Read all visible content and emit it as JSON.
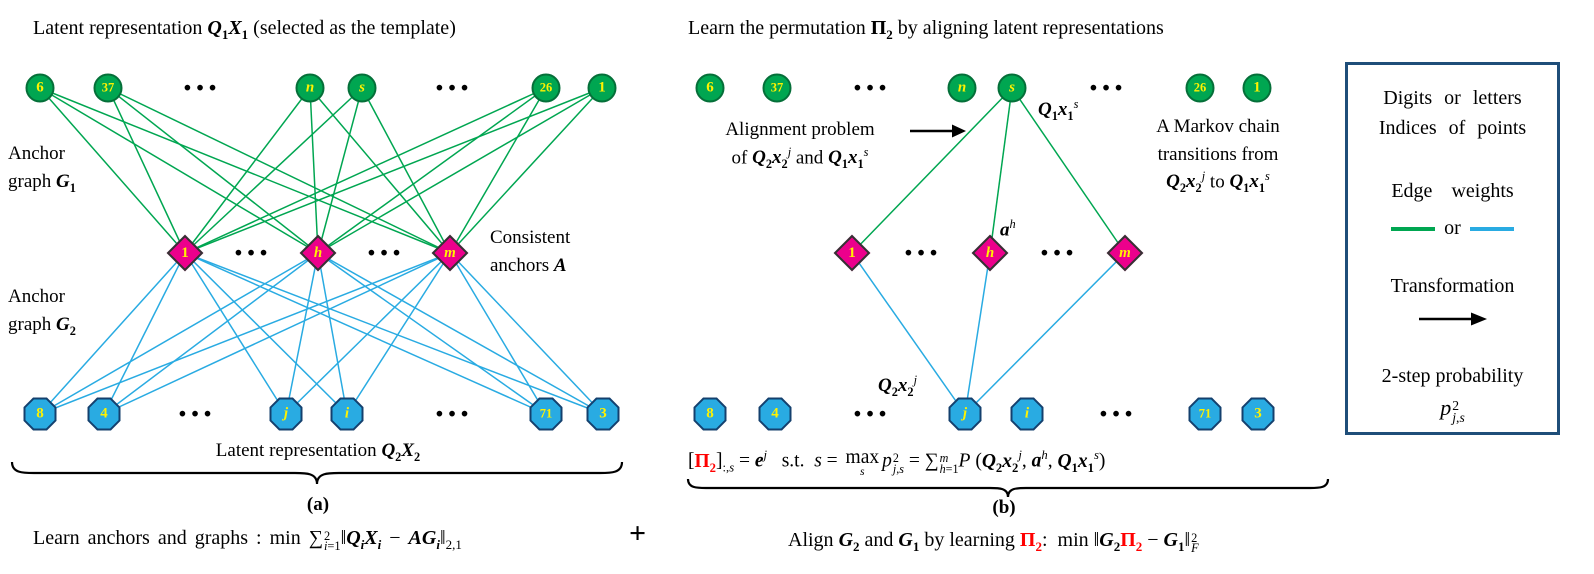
{
  "colors": {
    "node_green": "#00A651",
    "node_green_border": "#056F39",
    "node_magenta": "#EC008C",
    "node_magenta_border": "#333333",
    "node_blue": "#29ABE2",
    "node_blue_border": "#14406E",
    "edge_green": "#00A651",
    "edge_blue": "#29ABE2",
    "node_label_yellow": "#FFF200",
    "accent_red": "#FF0000",
    "legend_border": "#1F4E79"
  },
  "dots": "• • •",
  "nodes": {
    "top": [
      "6",
      "37",
      "n",
      "s",
      "26",
      "1"
    ],
    "anchors": [
      "1",
      "h",
      "m"
    ],
    "bottom": [
      "8",
      "4",
      "j",
      "i",
      "71",
      "3"
    ]
  },
  "panel_a": {
    "title": "Latent representation <b><i>Q</i><sub>1</sub><i>X</i><sub>1</sub></b> (selected as the template)",
    "anchor_graph_g1": "Anchor<br>graph <b><i>G</i><sub>1</sub></b>",
    "anchor_graph_g2": "Anchor<br>graph <b><i>G</i><sub>2</sub></b>",
    "consistent_anchors": "Consistent<br>anchors <b><i>A</i></b>",
    "latent_bottom": "Latent representation <b><i>Q</i><sub>2</sub><i>X</i><sub>2</sub></b>",
    "caption": "(a)",
    "formula": "Learn anchors  and  graphs :  min ∑<span class=\"lim\"><span>2</span><span><i>i</i>=1</span></span>‖<b><i>Q</i><sub><i>i</i></sub><i>X</i><sub><i>i</i></sub></b> − <b><i>AG</i><sub><i>i</i></sub></b>‖<sub>2,1</sub>",
    "plus": "+"
  },
  "panel_b": {
    "title": "Learn the permutation <b>Π<sub>2</sub></b> by aligning latent representations",
    "alignment_text": "Alignment problem<br>of <b><i>Q</i><sub>2</sub><i>x</i><sub>2</sub></b><sup><i>j</i></sup> and <b><i>Q</i><sub>1</sub><i>x</i><sub>1</sub></b><sup><i>s</i></sup>",
    "markov_text": "A Markov chain<br>transitions from<br><b><i>Q</i><sub>2</sub><i>x</i><sub>2</sub></b><sup><i>j</i></sup> to <b><i>Q</i><sub>1</sub><i>x</i><sub>1</sub></b><sup><i>s</i></sup>",
    "q1x1s": "<b><i>Q</i><sub>1</sub><i>x</i><sub>1</sub></b><sup><i>s</i></sup>",
    "ah": "<b><i>a</i></b><sup><i>h</i></sup>",
    "q2x2j": "<b><i>Q</i><sub>2</sub><i>x</i><sub>2</sub></b><sup><i>j</i></sup>",
    "pi_formula": "[<span class=\"red\"><b>Π<sub>2</sub></b></span>]<sub>:,<i>s</i></sub> = <b><i>e</i></b><sup><i>j</i></sup>&nbsp;&nbsp; s.t.&nbsp; <i>s</i> = <span class=\"ovr\">max<span class=\"us\"><i>s</i></span></span><i>p</i><span class=\"lim\"><span>2</span><span><i>j</i>,<i>s</i></span></span> = ∑<span class=\"lim\"><span><i>m</i></span><span><i>h</i>=1</span></span><i>P</i> (<b><i>Q</i><sub>2</sub><i>x</i><sub>2</sub></b><sup><i>j</i></sup>, <b><i>a</i></b><sup><i>h</i></sup>, <b><i>Q</i><sub>1</sub><i>x</i><sub>1</sub></b><sup><i>s</i></sup>)",
    "caption": "(b)",
    "align_formula": "Align <b><i>G</i><sub>2</sub></b> and <b><i>G</i><sub>1</sub></b> by learning <span class=\"red\"><b>Π<sub>2</sub></b></span>: &nbsp;min ‖<b><i>G</i><sub>2</sub></b><span class=\"red\"><b>Π<sub>2</sub></b></span> − <b><i>G</i><sub>1</sub></b>‖<span class=\"lim\"><span>2</span><span><i>F</i></span></span>"
  },
  "legend": {
    "line1": "Digits or letters",
    "line2": "Indices of points",
    "edge_weights": "Edge weights",
    "or_label": "or",
    "transformation": "Transformation",
    "probability_label": "2-step probability",
    "probability_symbol": "<i>p</i><span class=\"lim\"><span>2</span><span><i>j</i>,<i>s</i></span></span>"
  }
}
